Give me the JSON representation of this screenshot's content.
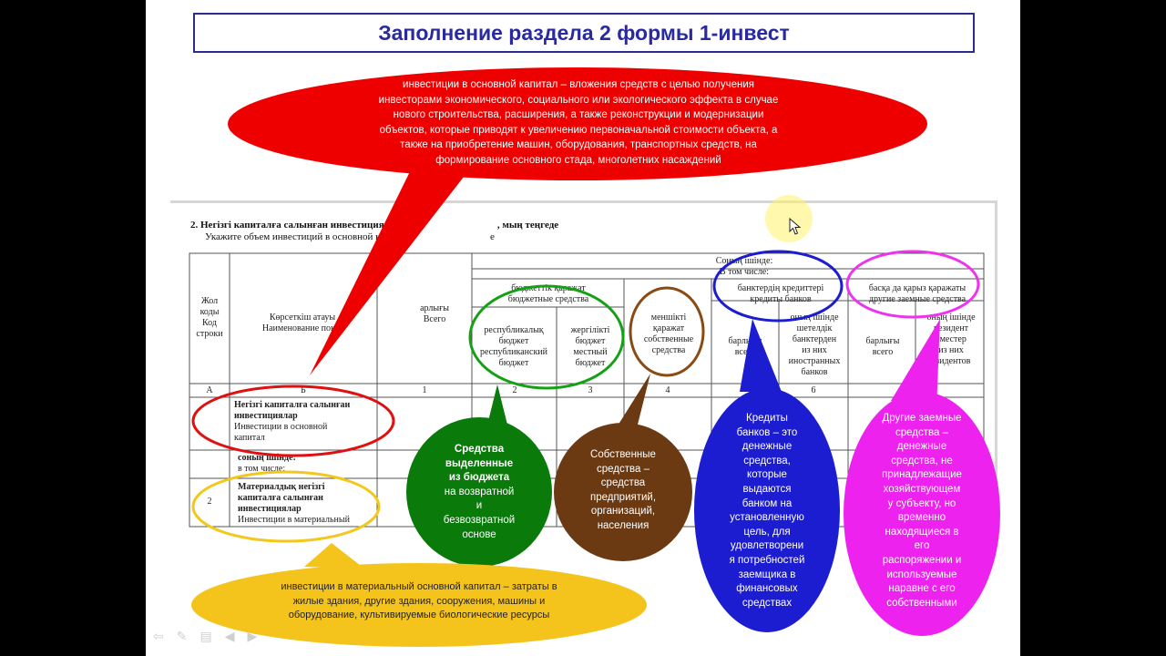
{
  "title": "Заполнение раздела 2 формы 1-инвест",
  "red_bubble": {
    "lines": [
      "инвестиции в основной капитал – вложения средств с целью получения",
      "инвесторами экономического, социального или экологического эффекта в случае",
      "нового строительства, расширения, а также реконструкции и модернизации",
      "объектов, которые приводят к увеличению первоначальной стоимости объекта, а",
      "также на приобретение машин, оборудования, транспортных средств, на",
      "формирование основного стада, многолетних насаждений"
    ]
  },
  "table": {
    "heading": "2.   Негізгі капиталға салынған инвестициял",
    "heading_tail": ", мың теңгеде",
    "subheading": "Укажите объем инвестиций в основной кап",
    "subheading_tail": "е",
    "col_row_code": [
      "Жол",
      "коды",
      "Код",
      "строки"
    ],
    "col_name": [
      "Көрсеткіш атауы",
      "Наименование показ"
    ],
    "col_total": [
      "арлығы",
      "Всего"
    ],
    "sonyn_ishinde": [
      "Соның ішінде:",
      "В том числе:"
    ],
    "budget": [
      "бюджеттік қаражат",
      "бюджетные средства"
    ],
    "republic": [
      "республикалық",
      "бюджет",
      "республиканский",
      "бюджет"
    ],
    "local": [
      "жергілікті",
      "бюджет",
      "местный",
      "бюджет"
    ],
    "own": [
      "меншікті",
      "қаражат",
      "собственные",
      "средства"
    ],
    "bank_credits": [
      "банктердің кредиттері",
      "кредиты банков"
    ],
    "bank_total": [
      "барлығы",
      "всего"
    ],
    "foreign_banks": [
      "оның ішінде",
      "шетелдік",
      "банктерден",
      "из них",
      "иностранных",
      "банков"
    ],
    "other_loans": [
      "басқа да қарыз қаражаты",
      "другие заемные средства"
    ],
    "other_total": [
      "барлығы",
      "всего"
    ],
    "nonresidents": [
      "оның ішінде",
      "резидент",
      "еместер",
      "из них",
      "езидентов"
    ],
    "index_row": [
      "А",
      "Б",
      "1",
      "2",
      "3",
      "4",
      "",
      "6",
      "",
      ""
    ],
    "row1_kz": [
      "Негізгі капиталға салынған",
      "инвестициялар"
    ],
    "row1_ru": [
      "Инвестиции в основной",
      "капитал"
    ],
    "row_sonyn": "соның ішінде:",
    "row_v_tom": "в том числе:",
    "row2_code": "2",
    "row2_kz": [
      "Материалдық негізгі",
      "капиталға салынған",
      "инвестициялар"
    ],
    "row2_ru": "Инвестиции в материальный"
  },
  "green_bubble": {
    "bold": [
      "Средства",
      "выделенные",
      "из бюджета"
    ],
    "rest": [
      "на возвратной",
      "и",
      "безвозвратной",
      "основе"
    ]
  },
  "brown_bubble": {
    "lines": [
      "Собственные",
      "средства –",
      "средства",
      "предприятий,",
      "организаций,",
      "населения"
    ]
  },
  "blue_bubble": {
    "lines": [
      "Кредиты",
      "банков – это",
      "денежные",
      "средства,",
      "которые",
      "выдаются",
      "банком на",
      "установленную",
      "цель, для",
      "удовлетворени",
      "я потребностей",
      "заемщика в",
      "финансовых",
      "средствах"
    ]
  },
  "magenta_bubble": {
    "lines": [
      "Другие заемные",
      "средства –",
      "денежные",
      "средства, не",
      "принадлежащие",
      "хозяйствующем",
      "у субъекту, но",
      "временно",
      "находящиеся в",
      "его",
      "распоряжении и",
      "используемые",
      "наравне с его",
      "собственными"
    ]
  },
  "yellow_bubble": {
    "lines": [
      "инвестиции в материальный основной капитал – затраты в",
      "жилые здания, другие здания, сооружения, машины и",
      "оборудование, культивируемые биологические ресурсы"
    ]
  },
  "colors": {
    "red": "#ee0000",
    "green": "#0a7a0a",
    "brown": "#6b3a12",
    "blue": "#1c1cd0",
    "magenta": "#ee22ee",
    "yellow": "#f4c41c",
    "title": "#2a2aa0"
  },
  "icons": [
    "arrow-left-icon",
    "pen-icon",
    "slide-menu-icon",
    "prev-slide-icon",
    "next-slide-icon"
  ]
}
